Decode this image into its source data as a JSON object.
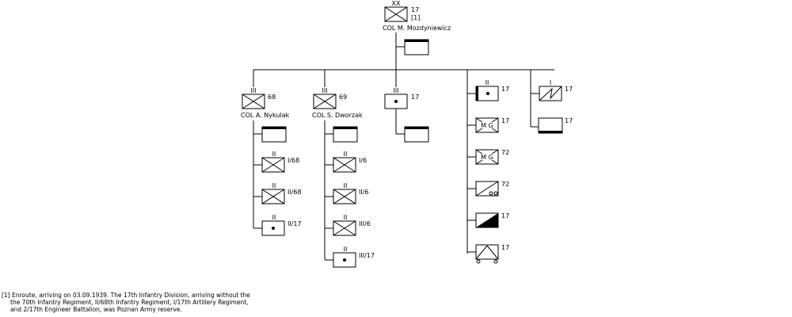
{
  "division": {
    "number": "17",
    "note_ref": "[1]",
    "commander": "COL  M. Mozdyniewicz",
    "echelon": "XX"
  },
  "regiments": [
    {
      "number": "68",
      "commander": "COL  A. Nykulak",
      "echelon": "III"
    },
    {
      "number": "69",
      "commander": "COL  S. Dworzak",
      "echelon": "III"
    },
    {
      "number": "17",
      "echelon": "III"
    }
  ],
  "reg68_units": [
    {
      "label": "I/68",
      "echelon": "II"
    },
    {
      "label": "II/68",
      "echelon": "II"
    },
    {
      "label": "II/17",
      "echelon": "II"
    }
  ],
  "reg69_units": [
    {
      "label": "I/6",
      "echelon": "II"
    },
    {
      "label": "II/6",
      "echelon": "II"
    },
    {
      "label": "III/6",
      "echelon": "II"
    },
    {
      "label": "III/17",
      "echelon": "II"
    }
  ],
  "division_units": [
    {
      "label": "17",
      "echelon": "II"
    },
    {
      "label": "17",
      "text": "M G"
    },
    {
      "label": "72",
      "text": "M G"
    },
    {
      "label": "72"
    },
    {
      "label": "17"
    },
    {
      "label": "17"
    }
  ],
  "signal_units": [
    {
      "label": "17",
      "echelon": "I"
    },
    {
      "label": "17"
    }
  ],
  "footnote": {
    "line1": "[1] Enroute, arriving on 03.09.1939. The 17th Infantry Division, arriving without the",
    "line2": "the 70th Infantry Regiment, II/68th Infantry Regiment, I/17th Artillery Regiment,",
    "line3": "and 2/17th Engineer Battalion, was Poznan Army reserve."
  }
}
